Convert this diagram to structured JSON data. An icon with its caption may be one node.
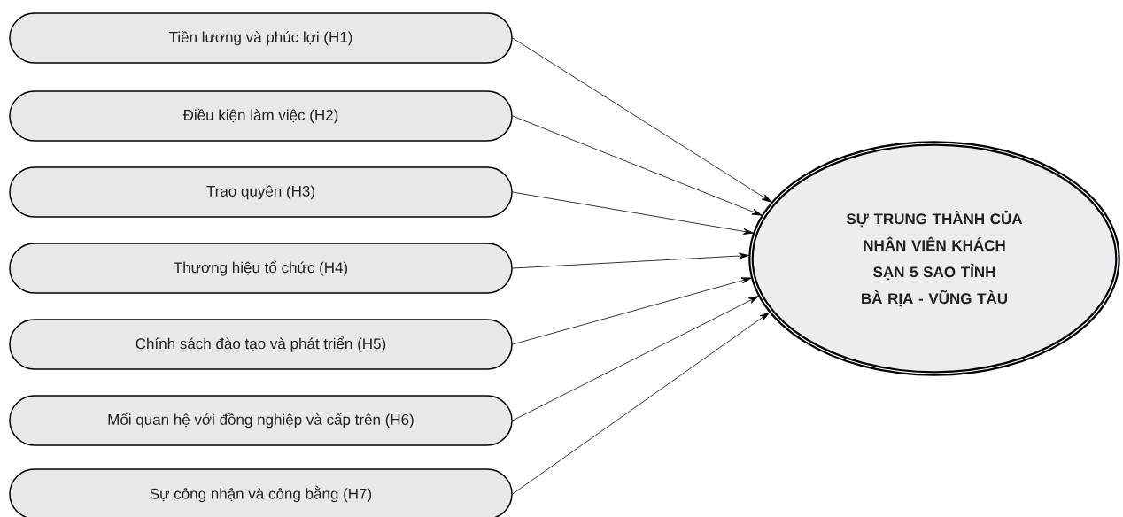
{
  "diagram": {
    "nodes": [
      {
        "text": [
          "Tiền lương và phúc lợi (H1)"
        ]
      },
      {
        "text": [
          "Điều kiện làm việc (H2)"
        ]
      },
      {
        "text": [
          "Trao quyền (H3)"
        ]
      },
      {
        "text": [
          "Thương hiệu tổ chức (H4)"
        ]
      },
      {
        "text": [
          "Chính sách đào tạo và phát triển (H5)"
        ]
      },
      {
        "text": [
          "Mối quan hệ với đồng nghiệp và cấp trên (H6)"
        ]
      },
      {
        "text": [
          "Sự công nhận và công bằng (H7)"
        ]
      },
      {
        "text": [
          "SỰ TRUNG THÀNH CỦA NHÂN VIÊN KHÁCH SẠN 5 SAO TỈNH BÀ RỊA - VŨNG TÀU"
        ]
      }
    ],
    "edges": [
      {
        "from": 0,
        "to": 7,
        "arrow": "to"
      },
      {
        "from": 1,
        "to": 7,
        "arrow": "to"
      },
      {
        "from": 2,
        "to": 7,
        "arrow": "to"
      },
      {
        "from": 3,
        "to": 7,
        "arrow": "to"
      },
      {
        "from": 4,
        "to": 7,
        "arrow": "to"
      },
      {
        "from": 5,
        "to": 7,
        "arrow": "to"
      },
      {
        "from": 6,
        "to": 7,
        "arrow": "to"
      }
    ]
  }
}
